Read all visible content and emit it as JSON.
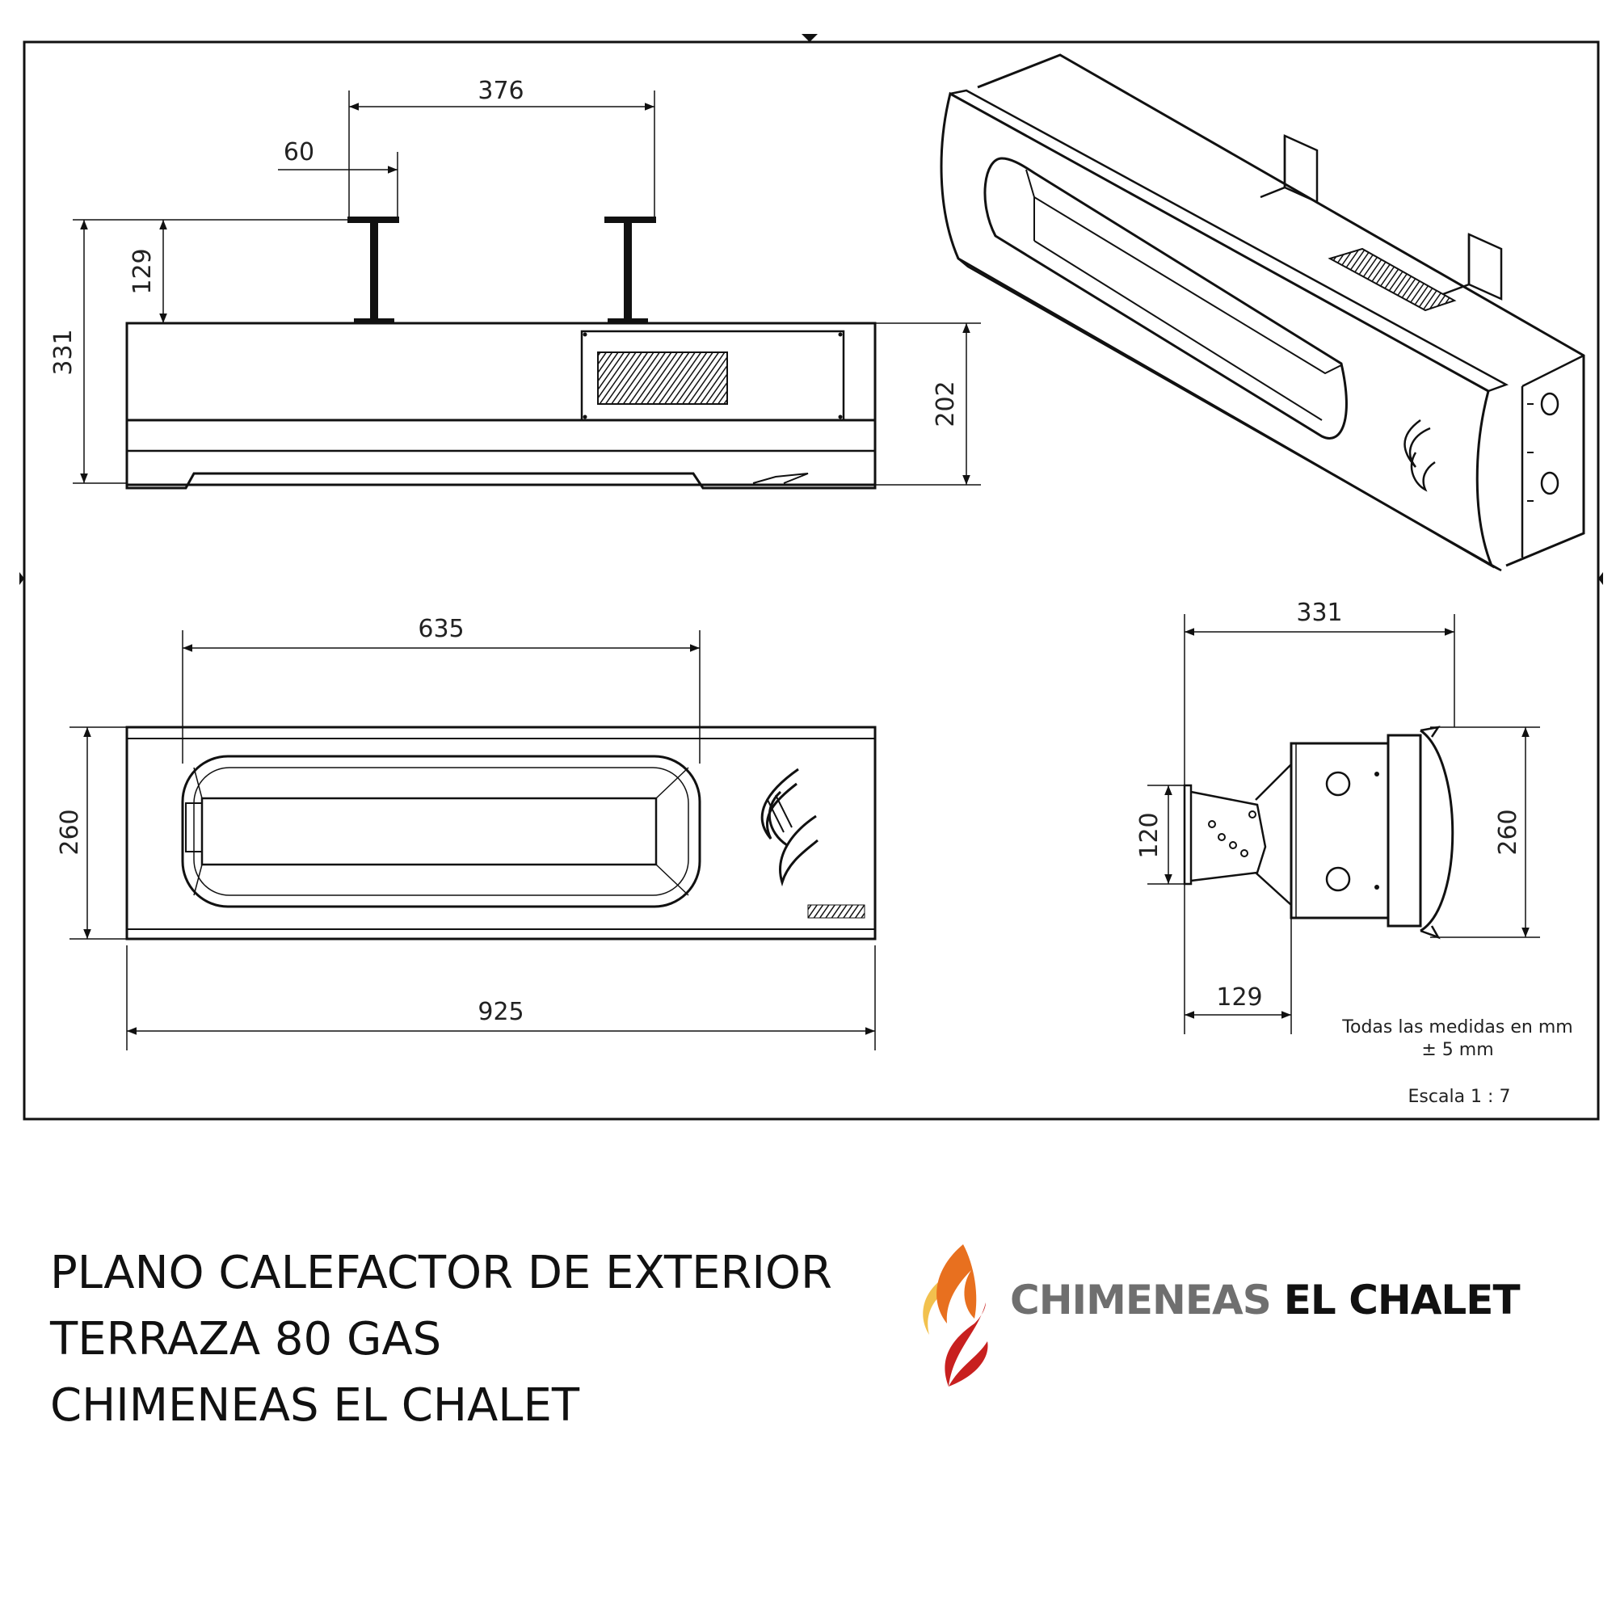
{
  "dimensions": {
    "top_spacing": "376",
    "bracket_width": "60",
    "bracket_height": "129",
    "total_height": "331",
    "front_height": "202",
    "window_width": "635",
    "front_view_height": "260",
    "total_width": "925",
    "side_depth": "331",
    "side_height": "260",
    "bracket_plate_height": "120",
    "side_bracket_depth": "129"
  },
  "notes": {
    "units_line1": "Todas las medidas en mm",
    "units_line2": "± 5 mm",
    "scale": "Escala 1 : 7"
  },
  "title": {
    "line1": "PLANO CALEFACTOR DE EXTERIOR",
    "line2": "TERRAZA 80 GAS",
    "line3": "CHIMENEAS EL CHALET"
  },
  "logo": {
    "name_part1": "CHIMENEAS",
    "name_part2": "EL CHALET",
    "colors": {
      "flame_yellow": "#f2c14e",
      "flame_orange": "#e8701f",
      "flame_red": "#c8201f",
      "text_gray": "#6f6f6f"
    }
  }
}
